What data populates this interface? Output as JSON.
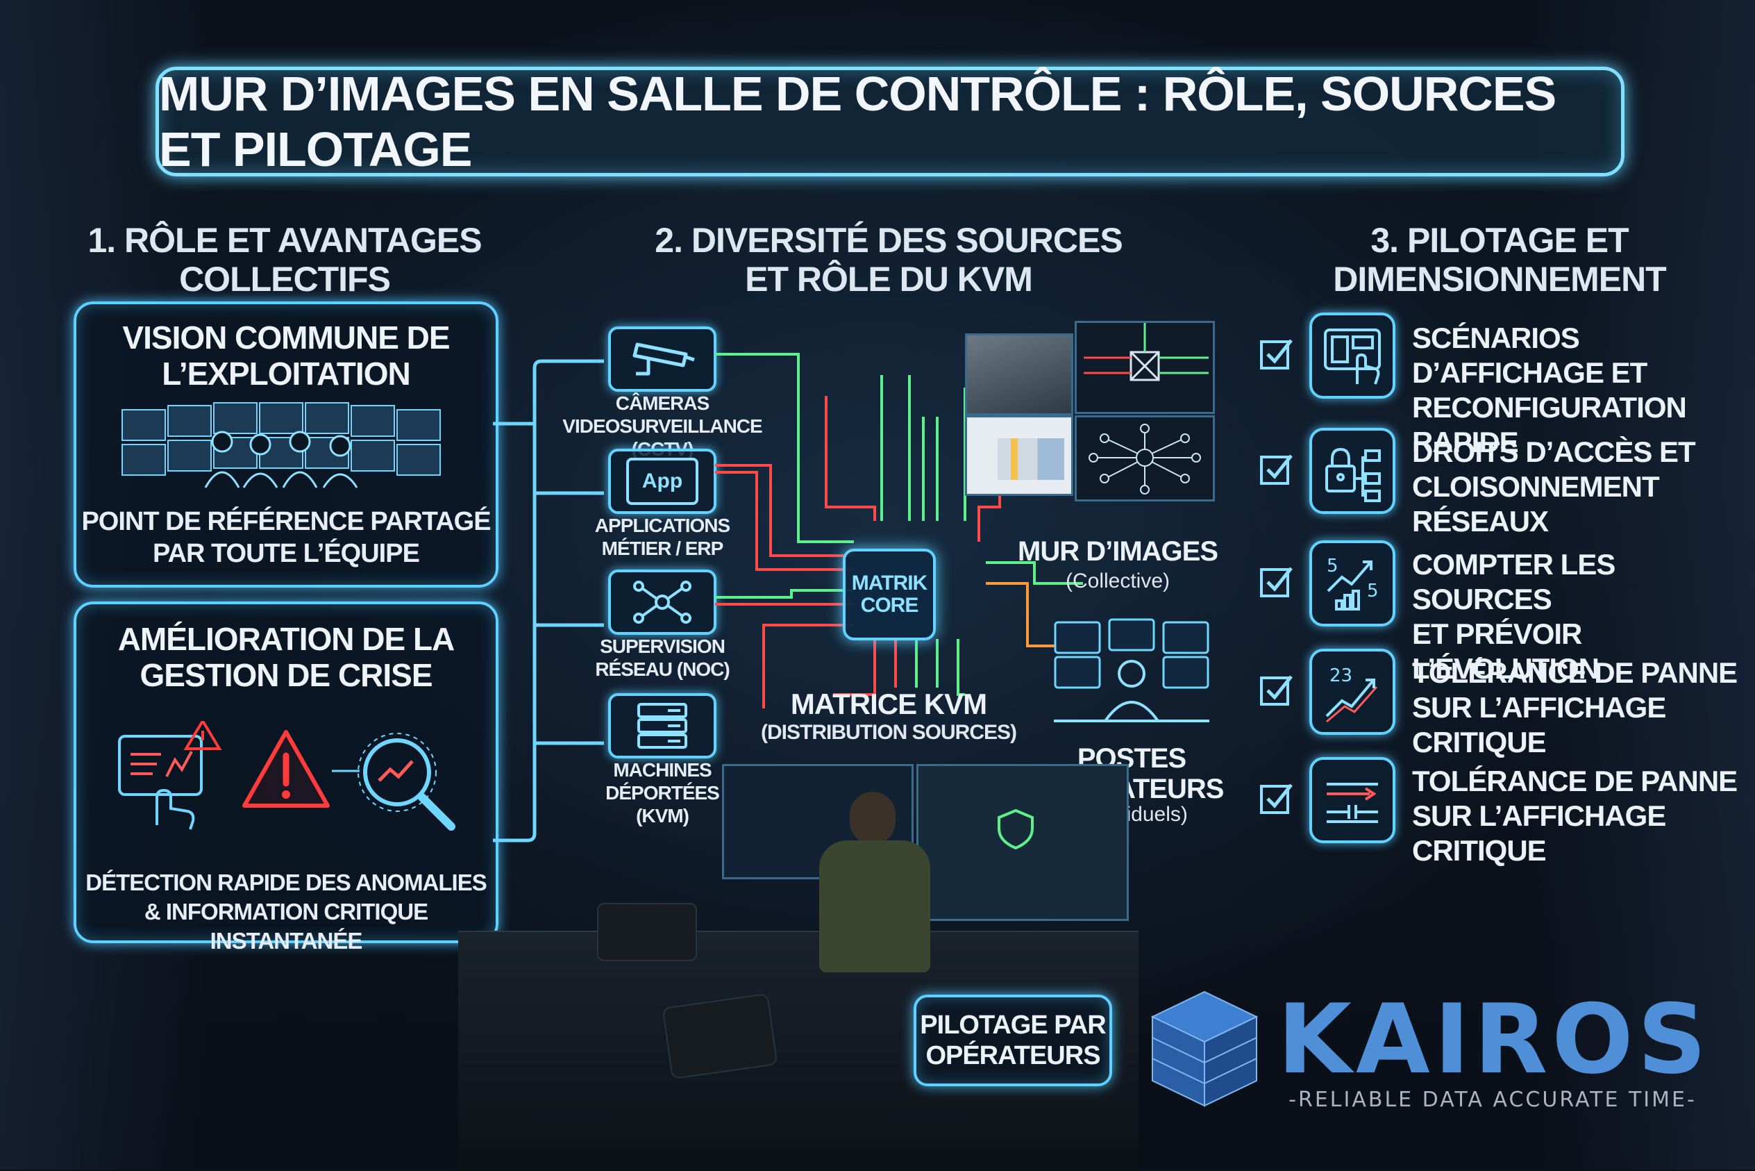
{
  "title": "MUR D’IMAGES EN SALLE DE CONTRÔLE : RÔLE, SOURCES ET PILOTAGE",
  "sections": {
    "s1": {
      "line1": "1. RÔLE ET AVANTAGES",
      "line2": "COLLECTIFS"
    },
    "s2": {
      "line1": "2. DIVERSITÉ DES SOURCES",
      "line2": "ET RÔLE DU KVM"
    },
    "s3": {
      "line1": "3. PILOTAGE ET",
      "line2": "DIMENSIONNEMENT"
    }
  },
  "card1": {
    "title1": "VISION COMMUNE DE",
    "title2": "L’EXPLOITATION",
    "sub1": "POINT DE RÉFÉRENCE PARTAGÉ",
    "sub2": "PAR TOUTE L’ÉQUIPE"
  },
  "card2": {
    "title1": "AMÉLIORATION DE LA",
    "title2": "GESTION DE CRISE",
    "sub1": "DÉTECTION RAPIDE DES ANOMALIES",
    "sub2": "& INFORMATION CRITIQUE INSTANTANÉE"
  },
  "sources": [
    {
      "line1": "CÂMERAS",
      "line2": "VIDEOSURVEILLANCE (CCTV)",
      "line3": "",
      "icon": "cctv-camera-icon"
    },
    {
      "line1": "APPLICATIONS",
      "line2": "MÉTIER / ERP",
      "line3": "",
      "icon": "app-icon",
      "icon_text": "App"
    },
    {
      "line1": "SUPERVISION",
      "line2": "RÉSEAU (NOC)",
      "line3": "",
      "icon": "network-hub-icon"
    },
    {
      "line1": "MACHINES",
      "line2": "DÉPORTÉES",
      "line3": "(KVM)",
      "icon": "server-rack-icon"
    }
  ],
  "kvm": {
    "core1": "MATRIK",
    "core2": "CORE",
    "label": "MATRICE KVM",
    "sublabel": "(DISTRIBUTION SOURCES)"
  },
  "wall": {
    "label": "MUR D’IMAGES",
    "sublabel": "(Collective)"
  },
  "operators": {
    "line1": "POSTES",
    "line2": "OPÉRATEURS",
    "sublabel": "(Individuels)"
  },
  "pilotage_box": {
    "line1": "PILOTAGE PAR",
    "line2": "OPÉRATEURS"
  },
  "pilotage_items": [
    {
      "line1": "SCÉNARIOS D’AFFICHAGE ET",
      "line2": "RECONFIGURATION RAPIDE",
      "icon": "touch-screen-icon",
      "checked": true
    },
    {
      "line1": "DROITS D’ACCÈS ET",
      "line2": "CLOISONNEMENT RÉSEAUX",
      "icon": "lock-network-icon",
      "checked": true
    },
    {
      "line1": "COMPTER LES SOURCES",
      "line2": "ET PRÉVOIR L’ÉVOLUTION",
      "icon": "growth-chart-icon",
      "icon_text_a": "5",
      "icon_text_b": "5",
      "checked": true
    },
    {
      "line1": "TOLÉRANCE DE PANNE",
      "line2": "SUR L’AFFICHAGE CRITIQUE",
      "icon": "trend-chart-icon",
      "icon_text_a": "23",
      "checked": true
    },
    {
      "line1": "TOLÉRANCE DE PANNE",
      "line2": "SUR L’AFFICHAGE CRITIQUE",
      "icon": "redundancy-arrows-icon",
      "checked": true
    }
  ],
  "brand": {
    "name": "KAIROS",
    "tagline": "-RELIABLE DATA ACCURATE TIME-"
  },
  "colors": {
    "glow": "#5fd0ff",
    "line_green": "#5ef08a",
    "line_red": "#ff4a4a",
    "line_orange": "#ff9a3c",
    "alert_red": "#ff3b3b",
    "brand_blue": "#4f8fd8"
  }
}
